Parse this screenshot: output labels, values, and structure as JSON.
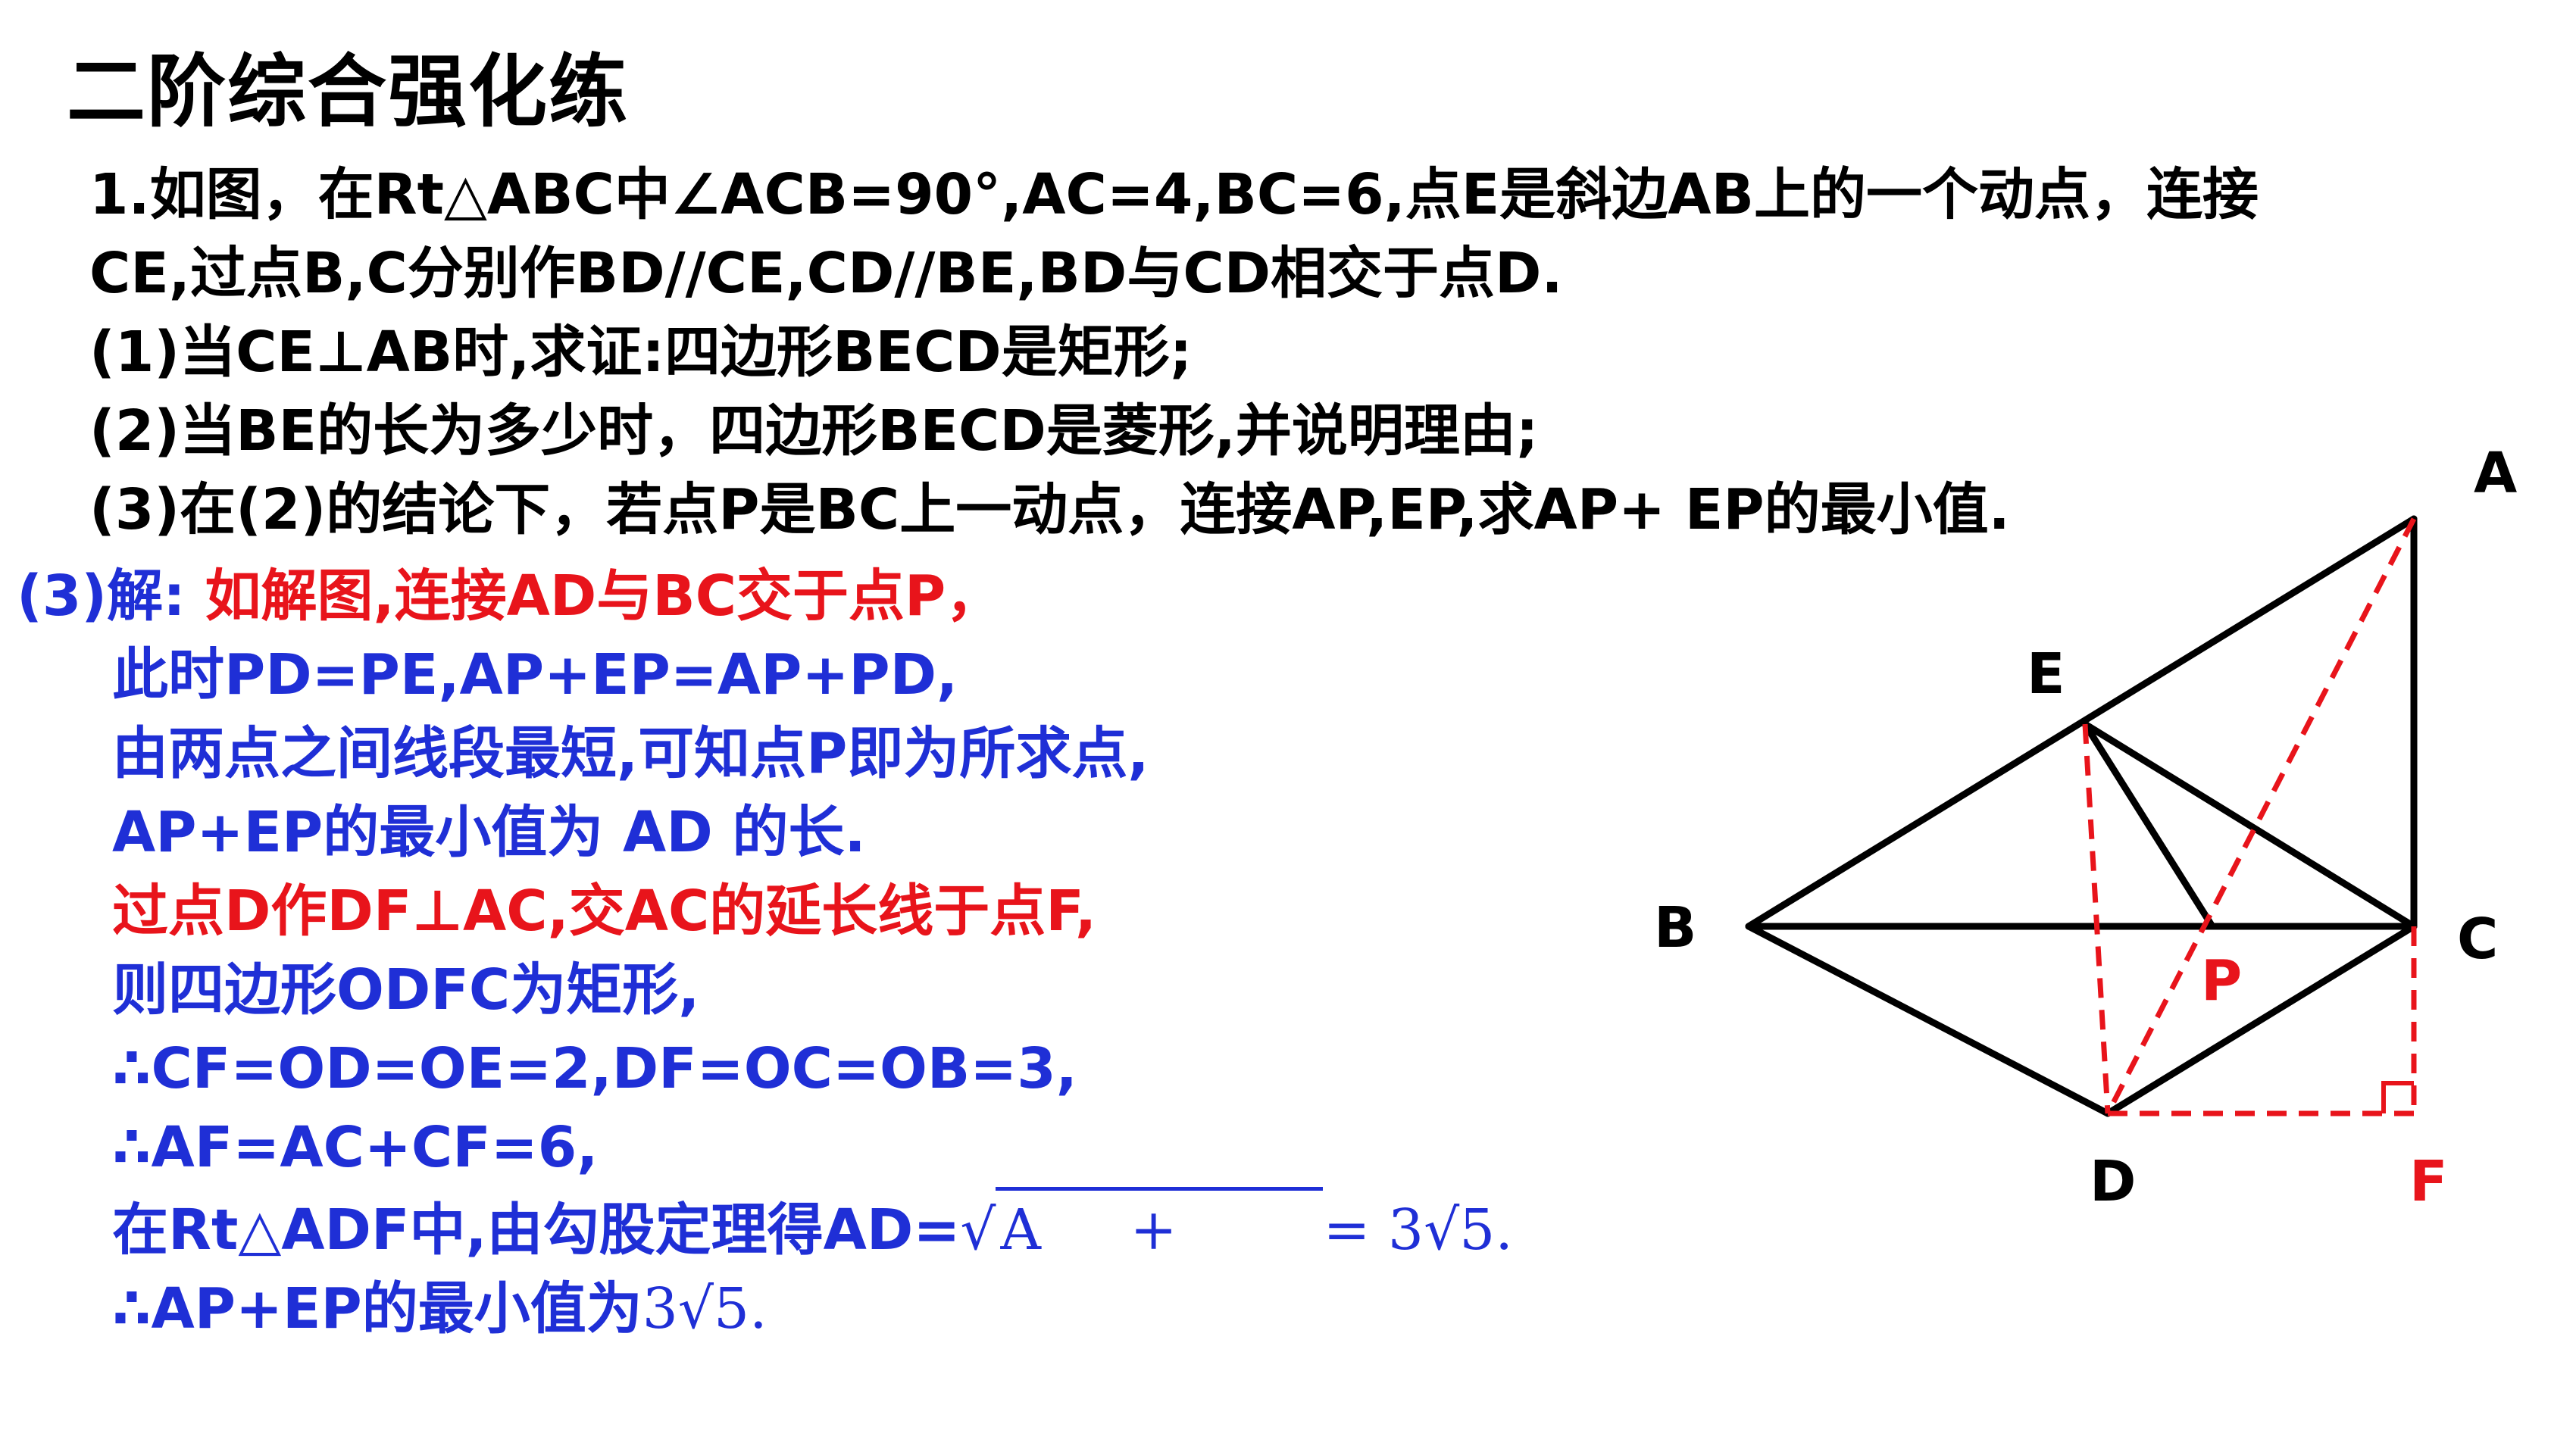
{
  "title": "二阶综合强化练",
  "problem": {
    "line1": "1.如图，在Rt△ABC中∠ACB=90°,AC=4,BC=6,点E是斜边AB上的一个动点，连接",
    "line2": "CE,过点B,C分别作BD//CE,CD//BE,BD与CD相交于点D.",
    "q1": "(1)当CE⊥AB时,求证:四边形BECD是矩形;",
    "q2": "(2)当BE的长为多少时，四边形BECD是菱形,并说明理由;",
    "q3": "(3)在(2)的结论下，若点P是BC上一动点，连接AP,EP,求AP+ EP的最小值."
  },
  "solution": {
    "label": "(3)解:",
    "l1": "如解图,连接AD与BC交于点P，",
    "l2": "此时PD=PE,AP+EP=AP+PD,",
    "l3": "由两点之间线段最短,可知点P即为所求点,",
    "l4": "AP+EP的最小值为 AD 的长.",
    "l5": "过点D作DF⊥AC,交AC的延长线于点F,",
    "l6": "则四边形ODFC为矩形,",
    "l7": "∴CF=OD=OE=2,DF=OC=OB=3,",
    "l8": "∴AF=AC+CF=6,",
    "l9a": "在Rt△ADF中,由勾股定理得AD=",
    "l9b": "√",
    "l9c": "A",
    "l9d": "+",
    "l9e": "= 3√5.",
    "l10a": "∴AP+EP的最小值为",
    "l10b": "3√5."
  },
  "figure": {
    "labels": {
      "A": "A",
      "B": "B",
      "C": "C",
      "D": "D",
      "E": "E",
      "F": "F",
      "P": "P"
    },
    "colors": {
      "solid": "#000000",
      "dashed": "#e8141b",
      "label": "#000000",
      "highlight": "#e8141b"
    }
  }
}
